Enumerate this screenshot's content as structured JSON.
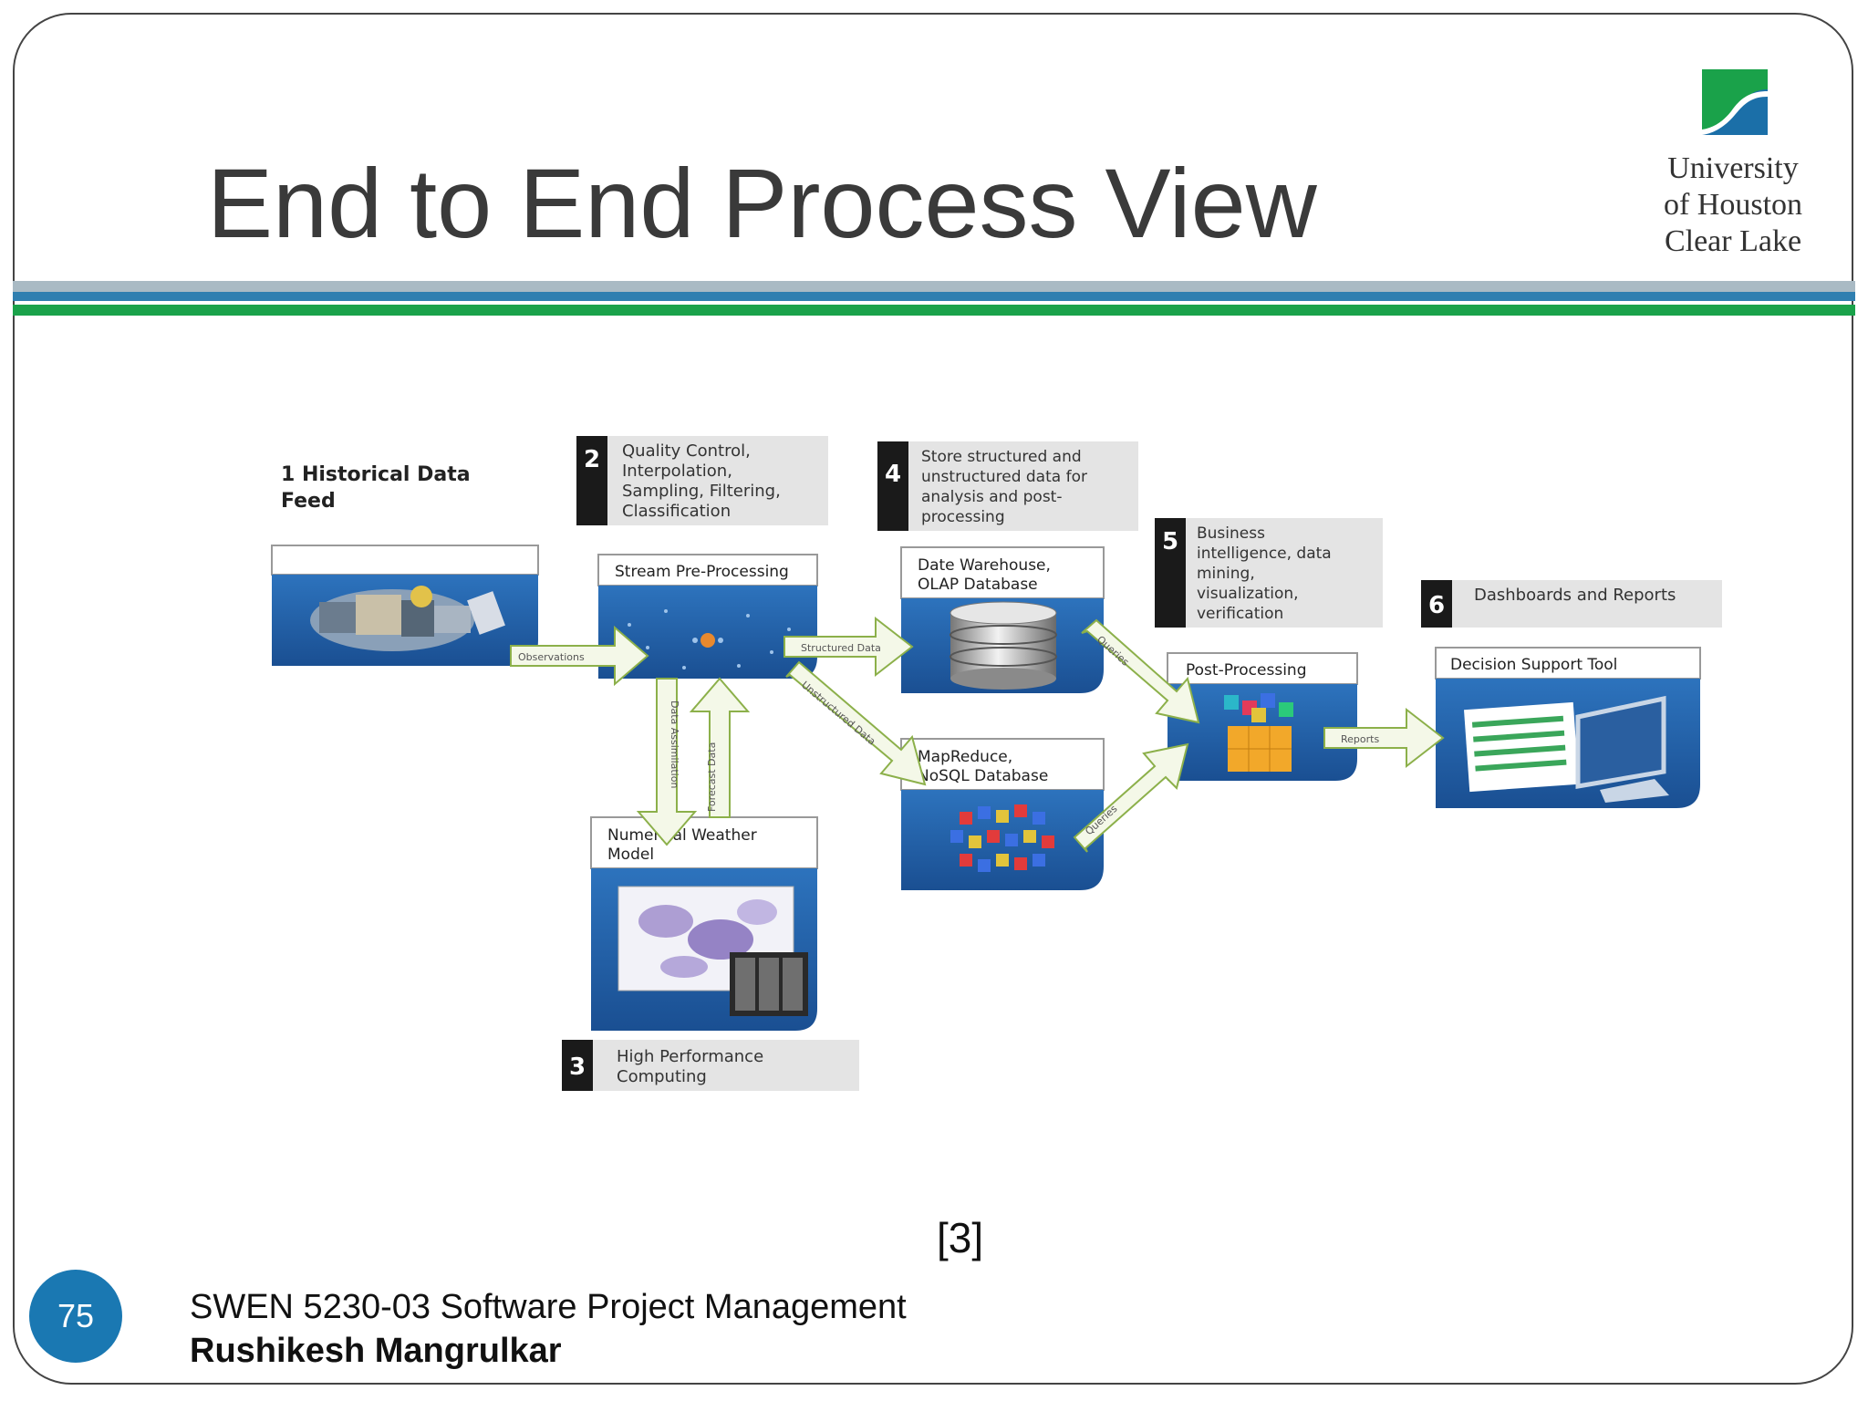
{
  "slide": {
    "title": "End to End Process View",
    "university": [
      "University",
      "of Houston",
      "Clear Lake"
    ],
    "citation": "[3]",
    "page_number": "75",
    "course": "SWEN 5230-03 Software Project Management",
    "author": "Rushikesh Mangrulkar"
  },
  "diagram": {
    "nodes": {
      "historical_label": [
        "1 Historical Data",
        "Feed"
      ],
      "stream": "Stream Pre-Processing",
      "warehouse": [
        "Date Warehouse,",
        "OLAP Database"
      ],
      "mapreduce": [
        "MapReduce,",
        "NoSQL Database"
      ],
      "nwm": [
        "Numerical Weather",
        "Model"
      ],
      "post": "Post-Processing",
      "dst": "Decision Support Tool"
    },
    "steps": [
      {
        "num": "2",
        "lines": [
          "Quality Control,",
          "Interpolation,",
          "Sampling, Filtering,",
          "Classification"
        ]
      },
      {
        "num": "3",
        "lines": [
          "High Performance",
          "Computing"
        ]
      },
      {
        "num": "4",
        "lines": [
          "Store structured and",
          "unstructured data for",
          "analysis and post-",
          "processing"
        ]
      },
      {
        "num": "5",
        "lines": [
          "Business",
          "intelligence, data",
          "mining,",
          "visualization,",
          "verification"
        ]
      },
      {
        "num": "6",
        "lines": [
          "Dashboards and Reports"
        ]
      }
    ],
    "arrows": {
      "observations": "Observations",
      "structured": "Structured Data",
      "unstructured": "Unstructured Data",
      "assimilation": "Data Assimilation",
      "forecast": "Forecast Data",
      "queries1": "Queries",
      "queries2": "Queries",
      "reports": "Reports"
    },
    "colors": {
      "panel_blue": "#1f5fa6",
      "step_bg": "#e4e4e4",
      "step_num_bg": "#1a1a1a",
      "arrow_fill": "#f4f8e8",
      "arrow_stroke": "#8cb04a"
    }
  }
}
